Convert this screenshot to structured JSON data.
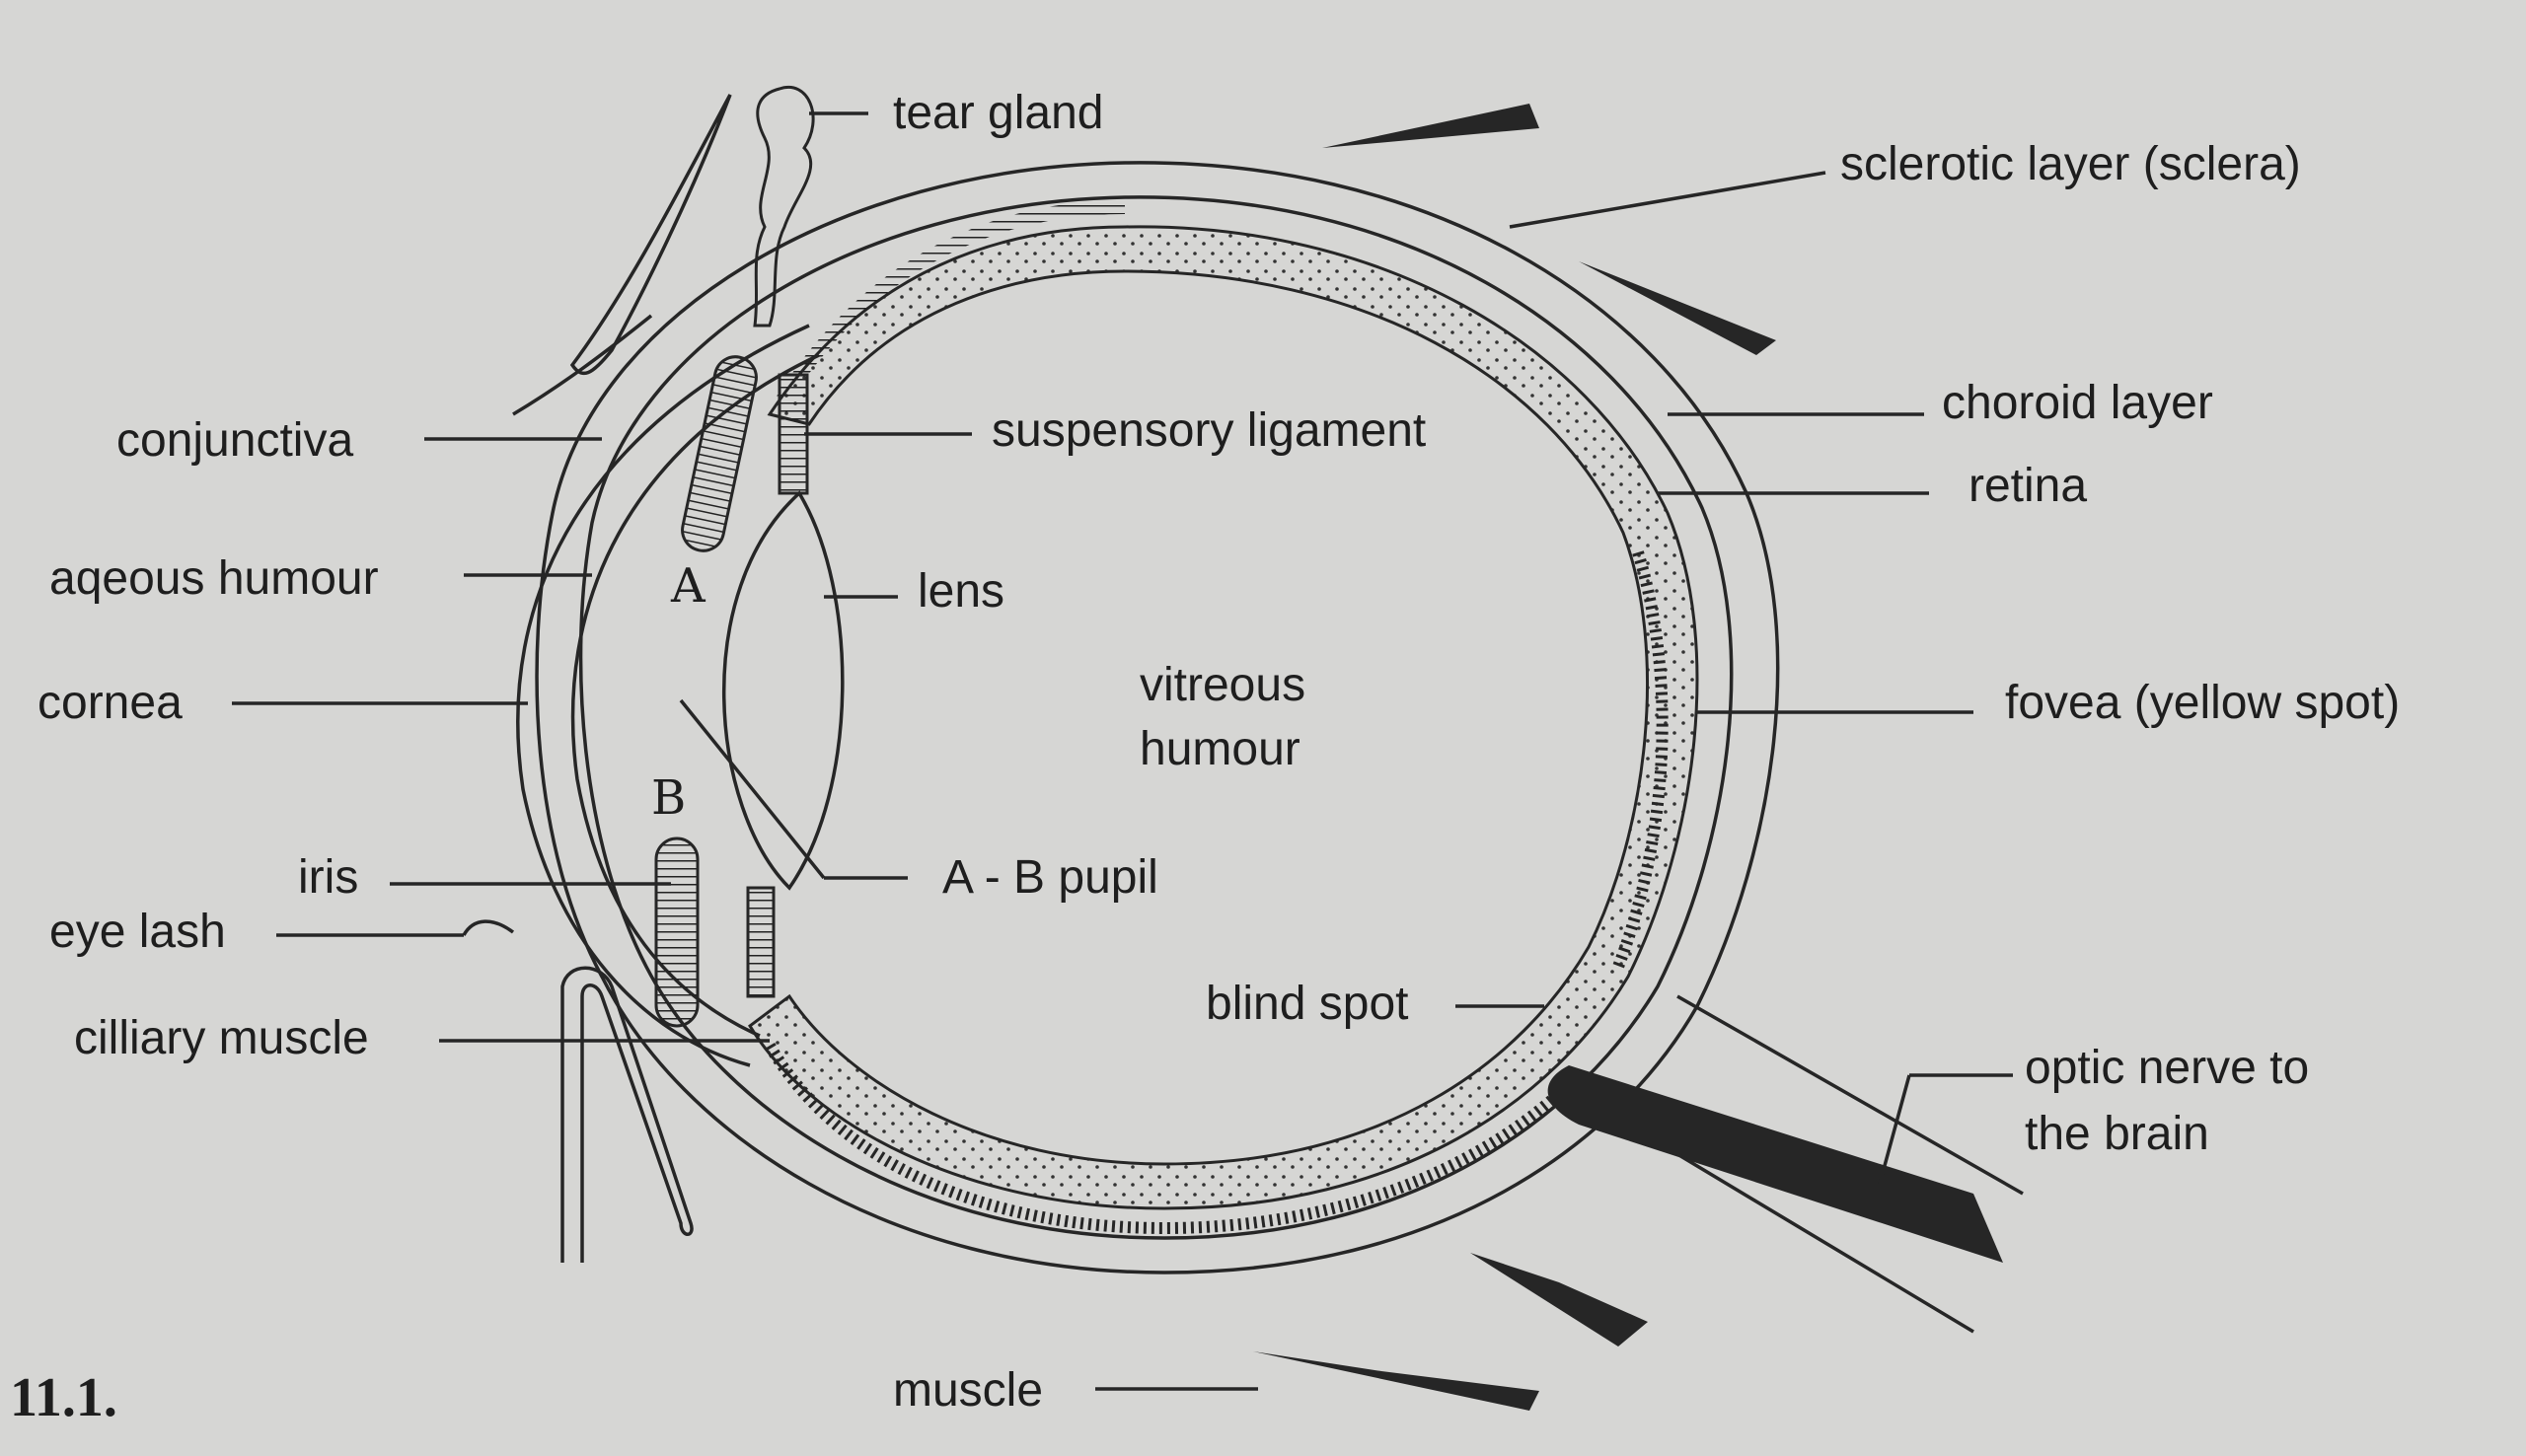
{
  "figure_number": "11.1.",
  "labels": {
    "tear_gland": "tear gland",
    "sclera": "sclerotic layer (sclera)",
    "conjunctiva": "conjunctiva",
    "suspensory_ligament": "suspensory ligament",
    "choroid": "choroid layer",
    "retina": "retina",
    "aqueous_humour": "aqeous humour",
    "lens": "lens",
    "vitreous_line1": "vitreous",
    "vitreous_line2": "humour",
    "cornea": "cornea",
    "fovea": "fovea (yellow spot)",
    "marker_a": "A",
    "marker_b": "B",
    "iris": "iris",
    "pupil": "A - B pupil",
    "eye_lash": "eye lash",
    "blind_spot": "blind spot",
    "ciliary_muscle": "cilliary muscle",
    "optic_nerve_line1": "optic nerve to",
    "optic_nerve_line2": "the brain",
    "muscle": "muscle"
  },
  "colors": {
    "paper": "#d6d6d4",
    "ink": "#262626"
  }
}
